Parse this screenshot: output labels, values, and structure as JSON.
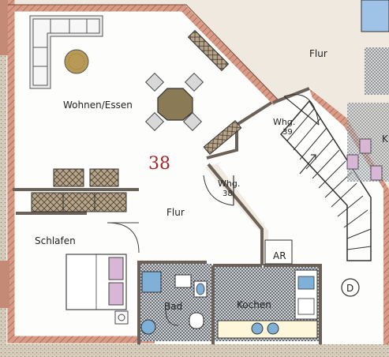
{
  "unit_number": "38",
  "rooms": {
    "living": "Wohnen/Essen",
    "hall": "Flur",
    "stair_hall": "Flur",
    "bedroom": "Schlafen",
    "bath": "Bad",
    "kitchen": "Kochen",
    "storage": "AR"
  },
  "doors": {
    "unit_38": {
      "line1": "Whg.",
      "line2": "38"
    },
    "unit_39": {
      "line1": "Whg.",
      "line2": "39"
    }
  },
  "neighbor_fragment": "K",
  "marker": "D",
  "colors": {
    "floor_bg": "#fdfdfb",
    "outer_wall": "#d99a86",
    "inner_wall": "#6b6158",
    "sofa_fill": "#ececec",
    "cabinet_fill": "#b7a48a",
    "table_fill": "#8a7a55",
    "rug_fill": "#b79a55",
    "chair_fill": "#d8d8d8",
    "bed_pillow": "#d8b7d6",
    "bath_blue": "#7fb0d8",
    "unit_number": "#a3262a"
  }
}
